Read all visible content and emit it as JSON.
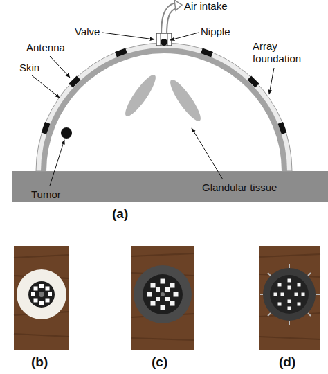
{
  "diagram": {
    "labels": [
      "Air intake",
      "Valve",
      "Nipple",
      "Antenna",
      "Array foundation",
      "Skin",
      "Tumor",
      "Glandular tissue",
      "(a)",
      "(b)",
      "(c)",
      "(d)"
    ]
  }
}
